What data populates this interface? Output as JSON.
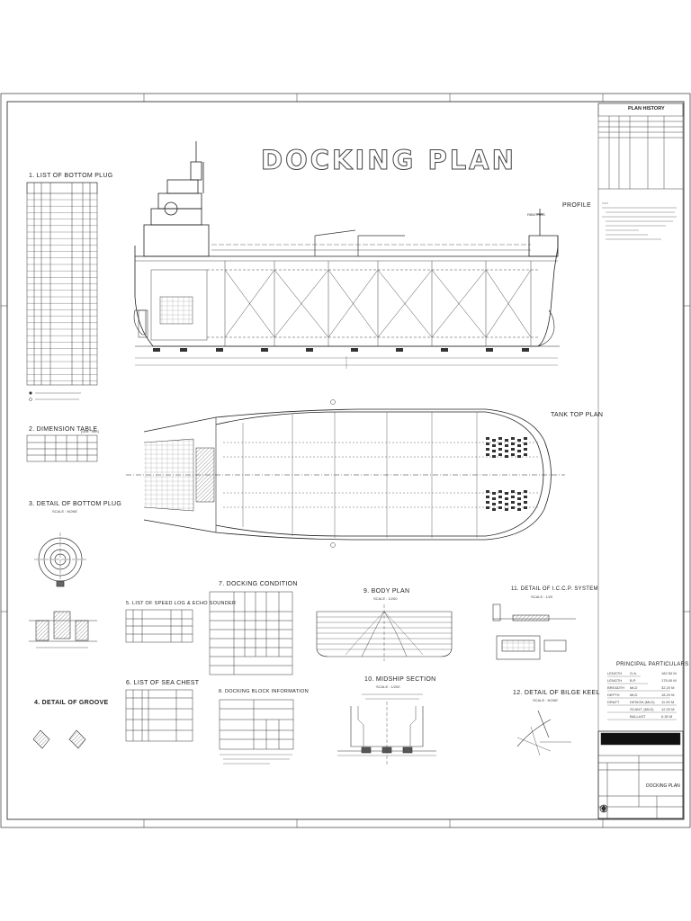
{
  "drawing": {
    "title": "DOCKING PLAN",
    "profile_label": "PROFILE",
    "tank_top_label": "TANK TOP PLAN",
    "bow_tag": "RBMTRNS"
  },
  "sections": {
    "s1": "1. LIST OF BOTTOM PLUG",
    "s2": "2. DIMENSION TABLE",
    "s2_unit": "(Unit : mm)",
    "s3": "3. DETAIL OF BOTTOM PLUG",
    "s3_scale": "SCALE : NONE",
    "s4": "4. DETAIL OF GROOVE",
    "s5": "5. LIST OF SPEED LOG & ECHO SOUNDER",
    "s6": "6. LIST OF SEA CHEST",
    "s7": "7. DOCKING CONDITION",
    "s8": "8. DOCKING BLOCK INFORMATION",
    "s9": "9. BODY PLAN",
    "s9_scale": "SCALE : 1/200",
    "s10": "10. MIDSHIP SECTION",
    "s10_scale": "SCALE : 1/200",
    "s11": "11. DETAIL OF I.C.C.P. SYSTEM",
    "s11_scale": "SCALE : 1/20",
    "s12": "12. DETAIL OF BILGE KEEL",
    "s12_scale": "SCALE : NONE"
  },
  "plan_history": {
    "title": "PLAN HISTORY"
  },
  "principal": {
    "title": "PRINCIPAL PARTICULARS",
    "rows": [
      {
        "k": "LENGTH",
        "m": "O.A.",
        "v": "182.50 M"
      },
      {
        "k": "LENGTH",
        "m": "B.P.",
        "v": "175.00 M"
      },
      {
        "k": "BREADTH",
        "m": "MLD",
        "v": "32.20 M"
      },
      {
        "k": "DEPTH",
        "m": "MLD",
        "v": "18.20 M"
      },
      {
        "k": "DRAFT",
        "m": "DESIGN (MLD)",
        "v": "11.00 M"
      },
      {
        "k": "",
        "m": "SCANT. (MLD)",
        "v": "12.20 M"
      },
      {
        "k": "",
        "m": "BALLAST",
        "v": "6.30 M"
      }
    ]
  },
  "title_block": {
    "drawing_name": "DOCKING PLAN"
  }
}
